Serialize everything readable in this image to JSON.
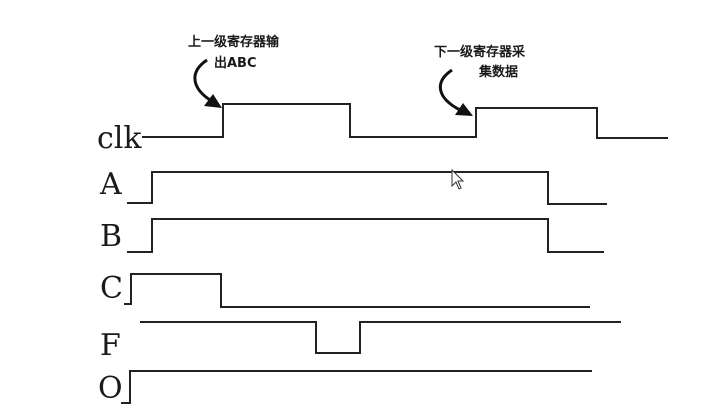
{
  "signals": [
    {
      "id": "clk",
      "label": "clk"
    },
    {
      "id": "A",
      "label": "A"
    },
    {
      "id": "B",
      "label": "B"
    },
    {
      "id": "C",
      "label": "C"
    },
    {
      "id": "F",
      "label": "F"
    },
    {
      "id": "O",
      "label": "O"
    }
  ],
  "annotations": {
    "upper": {
      "line1": "上一级寄存器输",
      "line2": "出ABC"
    },
    "lower": {
      "line1": "下一级寄存器采",
      "line2": "集数据"
    }
  }
}
